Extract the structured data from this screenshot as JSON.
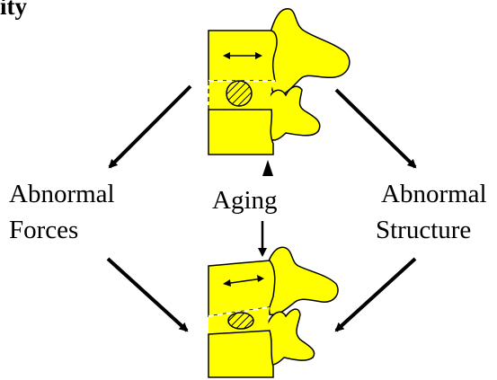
{
  "title_fragment": "ity",
  "labels": {
    "left_line1": "Abnormal",
    "left_line2": "Forces",
    "center": "Aging",
    "right_line1": "Abnormal",
    "right_line2": "Structure"
  },
  "colors": {
    "vertebra": "#ffff00",
    "outline": "#000000",
    "background": "#ffffff"
  }
}
